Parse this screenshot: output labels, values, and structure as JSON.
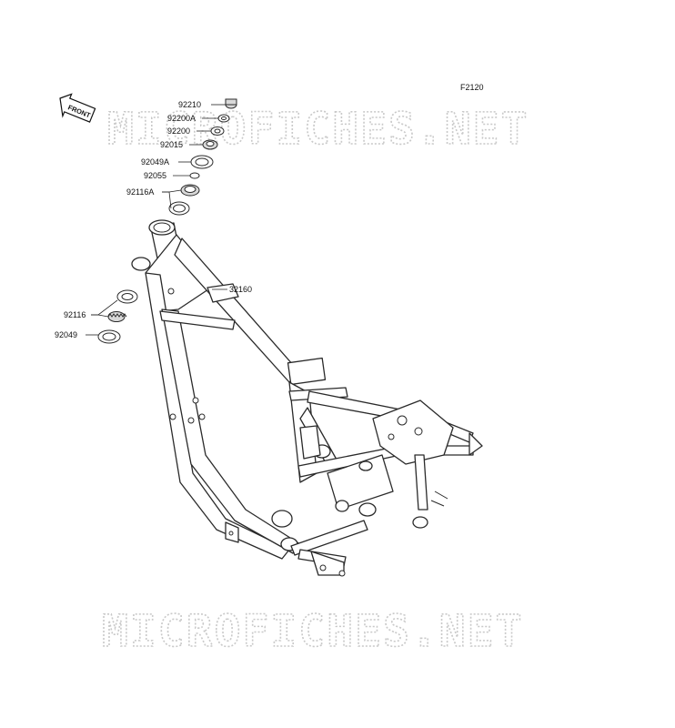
{
  "diagram": {
    "figure_code": "F2120",
    "front_label": "FRONT",
    "watermark_top": "MICROFICHES.NET",
    "watermark_bottom": "MICROFICHES.NET",
    "callouts": [
      {
        "id": "c92210",
        "label": "92210"
      },
      {
        "id": "c92200A",
        "label": "92200A"
      },
      {
        "id": "c92200",
        "label": "92200"
      },
      {
        "id": "c92015",
        "label": "92015"
      },
      {
        "id": "c92049A",
        "label": "92049A"
      },
      {
        "id": "c92055",
        "label": "92055"
      },
      {
        "id": "c92116A",
        "label": "92116A"
      },
      {
        "id": "c32160",
        "label": "32160"
      },
      {
        "id": "c92116",
        "label": "92116"
      },
      {
        "id": "c92049",
        "label": "92049"
      }
    ]
  }
}
